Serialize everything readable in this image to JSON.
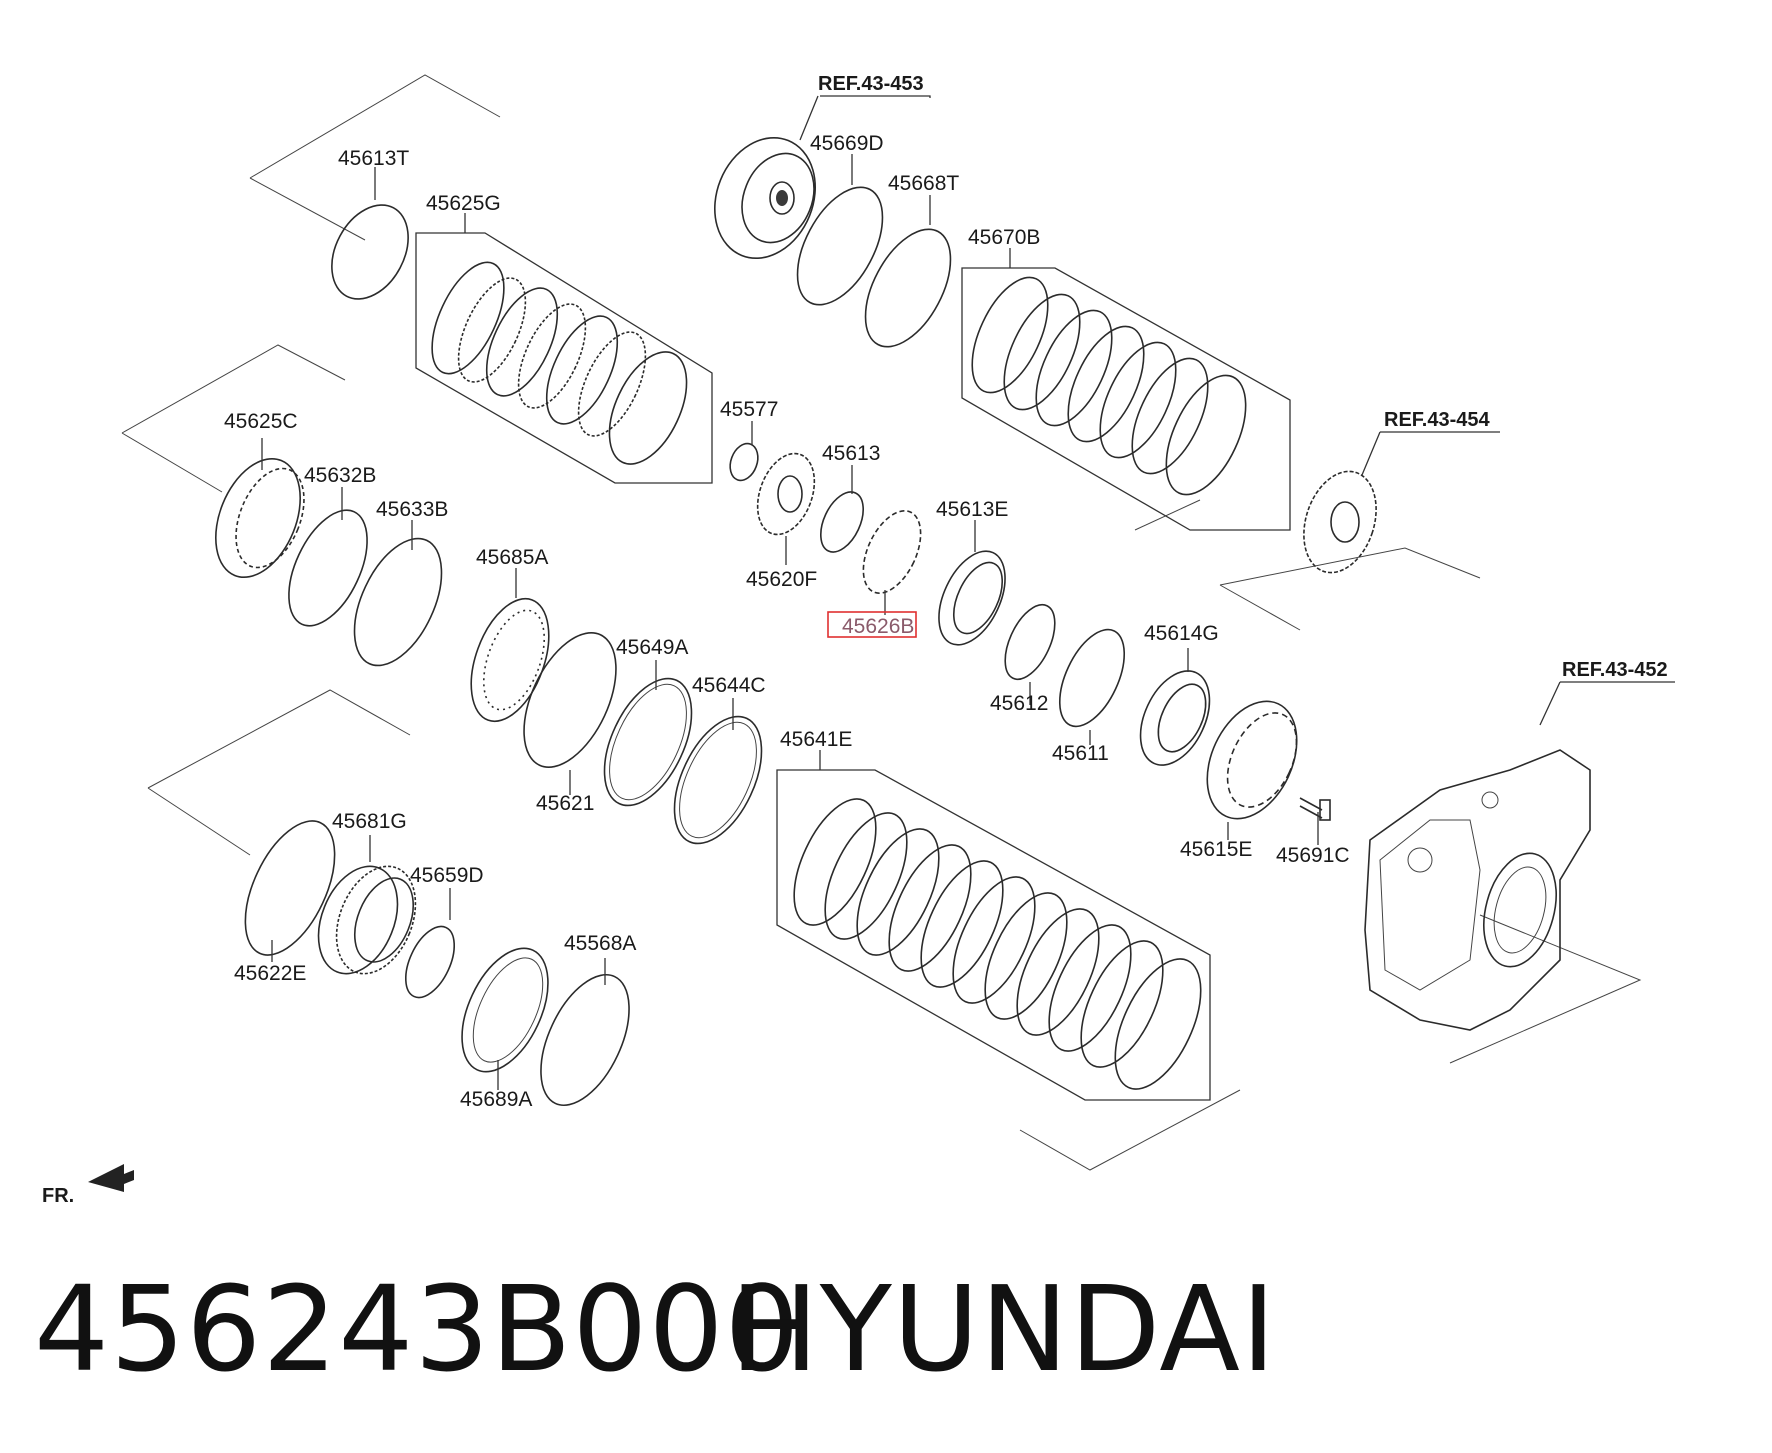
{
  "references": [
    {
      "id": "ref-43-453",
      "text": "REF.43-453"
    },
    {
      "id": "ref-43-454",
      "text": "REF.43-454"
    },
    {
      "id": "ref-43-452",
      "text": "REF.43-452"
    }
  ],
  "parts": [
    {
      "id": "45613T",
      "text": "45613T"
    },
    {
      "id": "45625G",
      "text": "45625G"
    },
    {
      "id": "45669D",
      "text": "45669D"
    },
    {
      "id": "45668T",
      "text": "45668T"
    },
    {
      "id": "45670B",
      "text": "45670B"
    },
    {
      "id": "45625C",
      "text": "45625C"
    },
    {
      "id": "45632B",
      "text": "45632B"
    },
    {
      "id": "45633B",
      "text": "45633B"
    },
    {
      "id": "45577",
      "text": "45577"
    },
    {
      "id": "45613",
      "text": "45613"
    },
    {
      "id": "45620F",
      "text": "45620F"
    },
    {
      "id": "45626B",
      "text": "45626B"
    },
    {
      "id": "45613E",
      "text": "45613E"
    },
    {
      "id": "45685A",
      "text": "45685A"
    },
    {
      "id": "45649A",
      "text": "45649A"
    },
    {
      "id": "45644C",
      "text": "45644C"
    },
    {
      "id": "45621",
      "text": "45621"
    },
    {
      "id": "45612",
      "text": "45612"
    },
    {
      "id": "45611",
      "text": "45611"
    },
    {
      "id": "45614G",
      "text": "45614G"
    },
    {
      "id": "45641E",
      "text": "45641E"
    },
    {
      "id": "45615E",
      "text": "45615E"
    },
    {
      "id": "45691C",
      "text": "45691C"
    },
    {
      "id": "45681G",
      "text": "45681G"
    },
    {
      "id": "45659D",
      "text": "45659D"
    },
    {
      "id": "45622E",
      "text": "45622E"
    },
    {
      "id": "45568A",
      "text": "45568A"
    },
    {
      "id": "45689A",
      "text": "45689A"
    }
  ],
  "highlighted_part": "45626B",
  "highlight_color": "#e03030",
  "front_indicator": "FR.",
  "footer": {
    "part_number": "456243B000",
    "brand": "HYUNDAI"
  }
}
